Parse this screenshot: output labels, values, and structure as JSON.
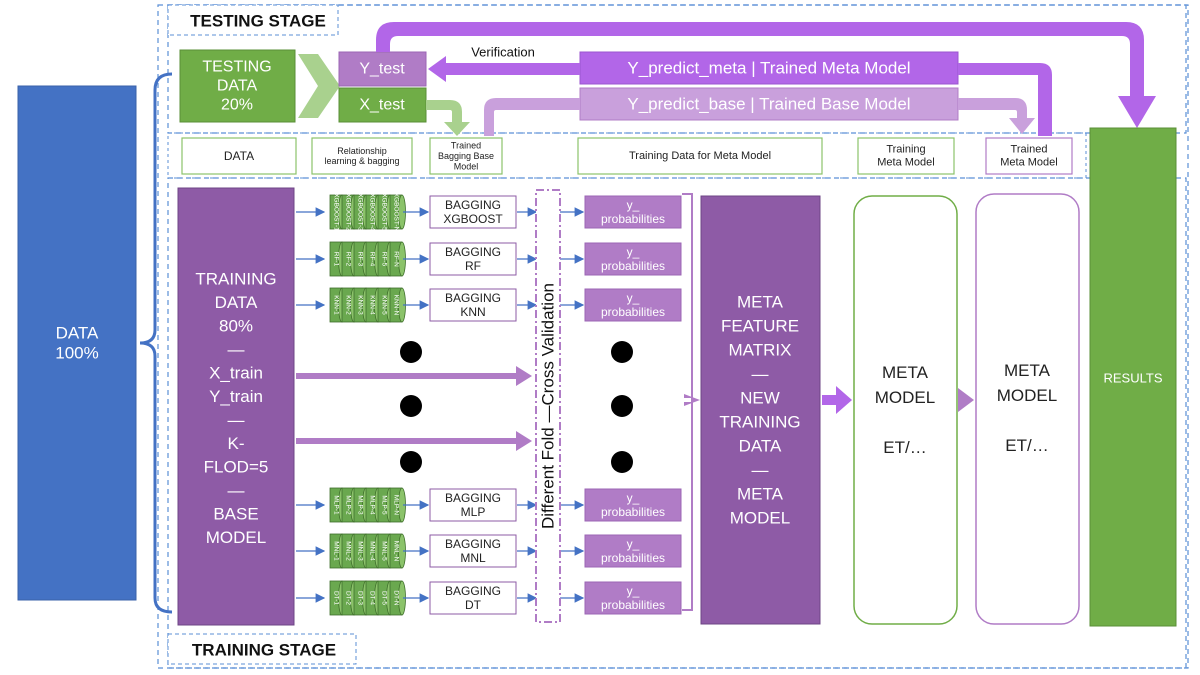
{
  "stages": {
    "testing": "TESTING STAGE",
    "training": "TRAINING STAGE"
  },
  "data_box": [
    "DATA",
    "100%"
  ],
  "testing_data": [
    "TESTING",
    "DATA",
    "20%"
  ],
  "y_test": "Y_test",
  "x_test": "X_test",
  "verification": "Verification",
  "y_predict_meta": "Y_predict_meta | Trained Meta Model",
  "y_predict_base": "Y_predict_base | Trained Base Model",
  "headers": {
    "data": "DATA",
    "relationship": [
      "Relationship",
      "learning & bagging"
    ],
    "trained_bagging": [
      "Trained",
      "Bagging Base",
      "Model"
    ],
    "training_data_meta": "Training Data for Meta Model",
    "training_meta": [
      "Training",
      "Meta Model"
    ],
    "trained_meta": [
      "Trained",
      "Meta Model"
    ]
  },
  "training_data": [
    "TRAINING",
    "DATA",
    "80%",
    "—",
    "X_train",
    "Y_train",
    "—",
    "K-",
    "FLOD=5",
    "—",
    "BASE",
    "MODEL"
  ],
  "models": [
    {
      "bag": [
        "BAGGING",
        "XGBOOST"
      ],
      "cyl": [
        "XGBOOST-1",
        "XGBOOST-2",
        "XGBOOST-3",
        "XGBOOST-4",
        "XGBOOST-5",
        "XGBOOST-N"
      ]
    },
    {
      "bag": [
        "BAGGING",
        "RF"
      ],
      "cyl": [
        "RF-1",
        "RF-2",
        "RF-3",
        "RF-4",
        "RF-5",
        "RF-N"
      ]
    },
    {
      "bag": [
        "BAGGING",
        "KNN"
      ],
      "cyl": [
        "KNN-1",
        "KNN-2",
        "KNN-3",
        "KNN-4",
        "KNN-5",
        "KNN-N"
      ]
    },
    {
      "bag": [
        "BAGGING",
        "MLP"
      ],
      "cyl": [
        "MLP-1",
        "MLP-2",
        "MLP-3",
        "MLP-4",
        "MLP-5",
        "MLP-N"
      ]
    },
    {
      "bag": [
        "BAGGING",
        "MNL"
      ],
      "cyl": [
        "MNL-1",
        "MNL-2",
        "MNL-3",
        "MNL-4",
        "MNL-5",
        "MNL-N"
      ]
    },
    {
      "bag": [
        "BAGGING",
        "DT"
      ],
      "cyl": [
        "DT-1",
        "DT-2",
        "DT-3",
        "DT-4",
        "DT-5",
        "DT-N"
      ]
    }
  ],
  "y_prob": [
    "y_",
    "probabilities"
  ],
  "cross_validation": "Different Fold —Cross Validation",
  "meta_feature": [
    "META",
    "FEATURE",
    "MATRIX",
    "—",
    "NEW",
    "TRAINING",
    "DATA",
    "—",
    "META",
    "MODEL"
  ],
  "meta_model": [
    "META",
    "MODEL",
    "",
    "ET/…"
  ],
  "results": "RESULTS",
  "colors": {
    "blue": "#4472c4",
    "green": "#70ad47",
    "purple": "#8e5ba6",
    "light_purple": "#b07cc6",
    "bright_purple": "#b266e8",
    "dashed_blue": "#5b8fd6"
  }
}
